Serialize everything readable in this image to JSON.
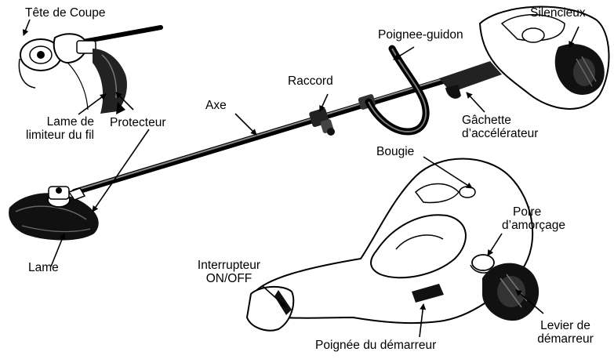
{
  "labels": {
    "tete_de_coupe": "Tête de Coupe",
    "silencieux": "Silencieux",
    "poignee_guidon": "Poignee-guidon",
    "raccord": "Raccord",
    "axe": "Axe",
    "lame_limiteur": [
      "Lame de",
      "limiteur du fil"
    ],
    "protecteur": "Protecteur",
    "gachette": [
      "Gâchette",
      "d’accélérateur"
    ],
    "bougie": "Bougie",
    "poire": [
      "Poire",
      "d’amorçage"
    ],
    "lame": "Lame",
    "interrupteur": [
      "Interrupteur",
      "ON/OFF"
    ],
    "levier": [
      "Levier de",
      "démarreur"
    ],
    "poignee_demarreur": "Poignée du démarreur"
  },
  "icons": {
    "trimmer": "string-trimmer-drawing",
    "engine_top": "engine-top-view-drawing",
    "engine_large": "engine-closeup-drawing",
    "cutting_head": "cutting-head-drawing",
    "blade": "blade-drawing"
  },
  "colors": {
    "ink": "#000000",
    "paper": "#ffffff",
    "shade": "#555555"
  }
}
